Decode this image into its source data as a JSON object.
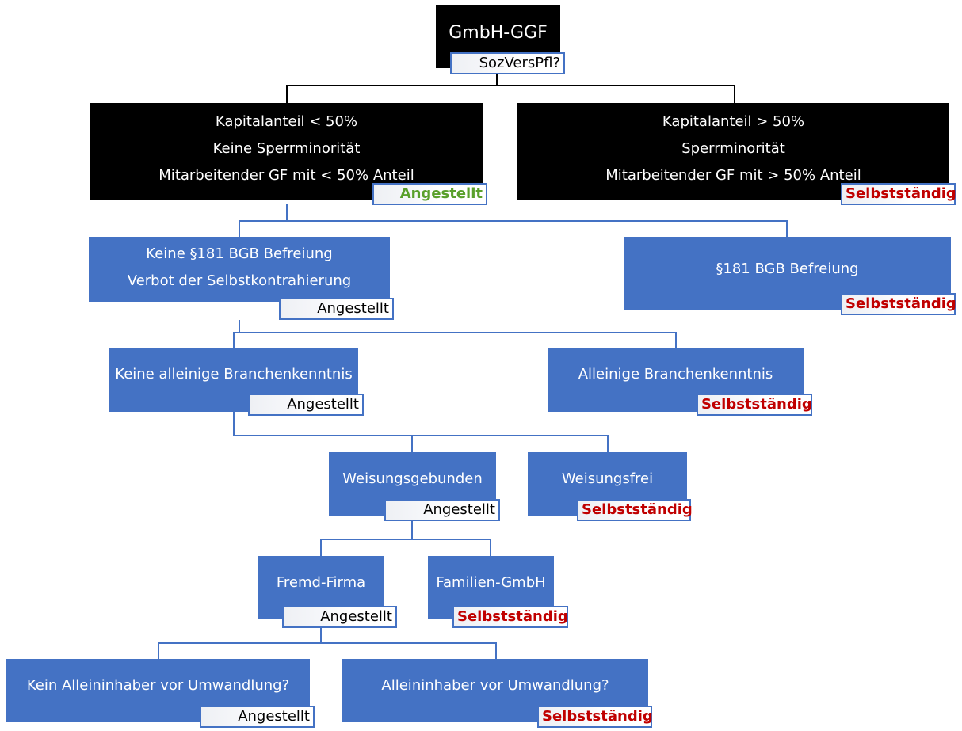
{
  "root": {
    "title": "GmbH-GGF",
    "question": "SozVersPfl?"
  },
  "level1": {
    "left": {
      "lines": [
        "Kapitalanteil < 50%",
        "Keine Sperrminorität",
        "Mitarbeitender GF mit < 50% Anteil"
      ],
      "result": "Angestellt",
      "result_color": "#5aa02c"
    },
    "right": {
      "lines": [
        "Kapitalanteil > 50%",
        "Sperrminorität",
        "Mitarbeitender GF mit > 50% Anteil"
      ],
      "result": "Selbstständig",
      "result_color": "#c00000"
    }
  },
  "level2": {
    "left": {
      "lines": [
        "Keine §181 BGB Befreiung",
        "Verbot der Selbstkontrahierung"
      ],
      "result": "Angestellt"
    },
    "right": {
      "lines": [
        "§181 BGB Befreiung"
      ],
      "result": "Selbstständig"
    }
  },
  "level3": {
    "left": {
      "lines": [
        "Keine alleinige Branchenkenntnis"
      ],
      "result": "Angestellt"
    },
    "right": {
      "lines": [
        "Alleinige Branchenkenntnis"
      ],
      "result": "Selbstständig"
    }
  },
  "level4": {
    "left": {
      "lines": [
        "Weisungsgebunden"
      ],
      "result": "Angestellt"
    },
    "right": {
      "lines": [
        "Weisungsfrei"
      ],
      "result": "Selbstständig"
    }
  },
  "level5": {
    "left": {
      "lines": [
        "Fremd-Firma"
      ],
      "result": "Angestellt"
    },
    "right": {
      "lines": [
        "Familien-GmbH"
      ],
      "result": "Selbstständig"
    }
  },
  "level6": {
    "left": {
      "lines": [
        "Kein Alleininhaber vor Umwandlung?"
      ],
      "result": "Angestellt"
    },
    "right": {
      "lines": [
        "Alleininhaber vor Umwandlung?"
      ],
      "result": "Selbstständig"
    }
  },
  "colors": {
    "blue_box": "#4472c4",
    "black_box": "#000000",
    "green_result": "#5aa02c",
    "red_result": "#c00000",
    "connector": "#000000",
    "connector_blue": "#4472c4"
  }
}
